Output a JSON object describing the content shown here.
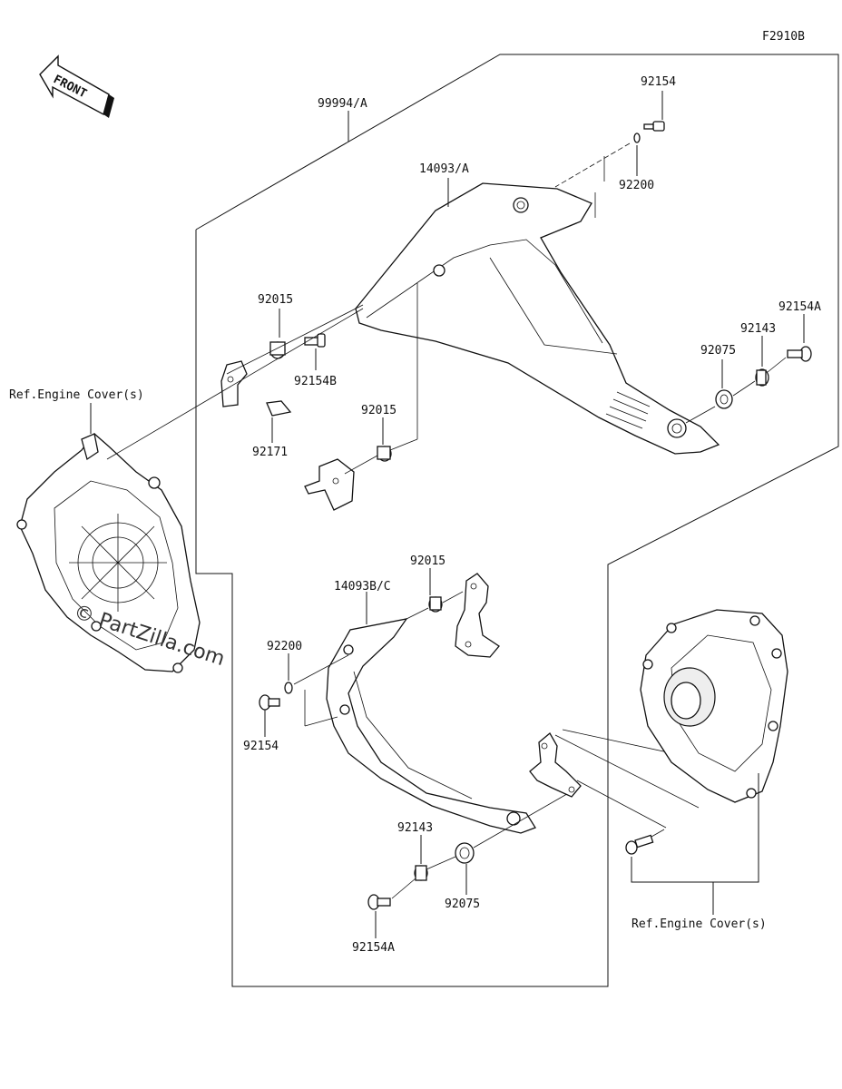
{
  "diagram": {
    "figure_code": "F2910B",
    "front_label": "FRONT",
    "watermark": "© PartZilla.com",
    "labels": {
      "assy": "99994/A",
      "cover_upper": "14093/A",
      "cover_lower": "14093B/C",
      "bolt_top": "92154",
      "washer_top": "92200",
      "collar_upper": "92015",
      "bolt_b": "92154B",
      "clip": "92171",
      "collar_mid": "92015",
      "bolt_a_right": "92154A",
      "washer_a_right": "92143",
      "grommet_right": "92075",
      "collar_lower": "92015",
      "washer_lower": "92200",
      "bolt_lower": "92154",
      "washer_a_lower": "92143",
      "grommet_lower": "92075",
      "bolt_a_lower": "92154A",
      "ref_left": "Ref.Engine Cover(s)",
      "ref_right": "Ref.Engine Cover(s)"
    }
  }
}
